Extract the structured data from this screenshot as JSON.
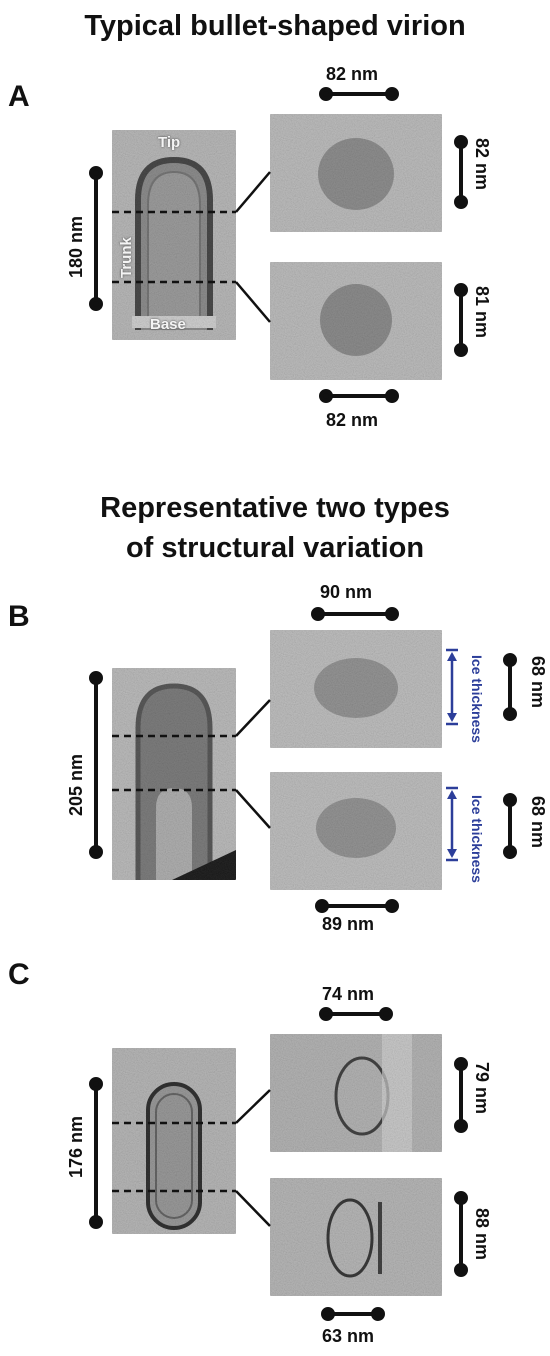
{
  "headings": {
    "top": "Typical bullet-shaped virion",
    "middle_line1": "Representative two types",
    "middle_line2": "of structural variation"
  },
  "panels": {
    "A": {
      "letter": "A",
      "length_label": "180 nm",
      "region_labels": {
        "tip": "Tip",
        "trunk": "Trunk",
        "base": "Base"
      },
      "upper_width": "82 nm",
      "upper_height": "82 nm",
      "lower_height": "81 nm",
      "lower_width": "82 nm"
    },
    "B": {
      "letter": "B",
      "length_label": "205 nm",
      "upper_width": "90 nm",
      "upper_height": "68 nm",
      "lower_height": "68 nm",
      "lower_width": "89 nm",
      "ice_label": "Ice thickness"
    },
    "C": {
      "letter": "C",
      "length_label": "176 nm",
      "upper_width": "74 nm",
      "upper_height": "79 nm",
      "lower_height": "88 nm",
      "lower_width": "63 nm"
    }
  },
  "colors": {
    "ice_annotation": "#2c3e9a",
    "text": "#111111",
    "micrograph_gray": "#b8b8b8"
  }
}
